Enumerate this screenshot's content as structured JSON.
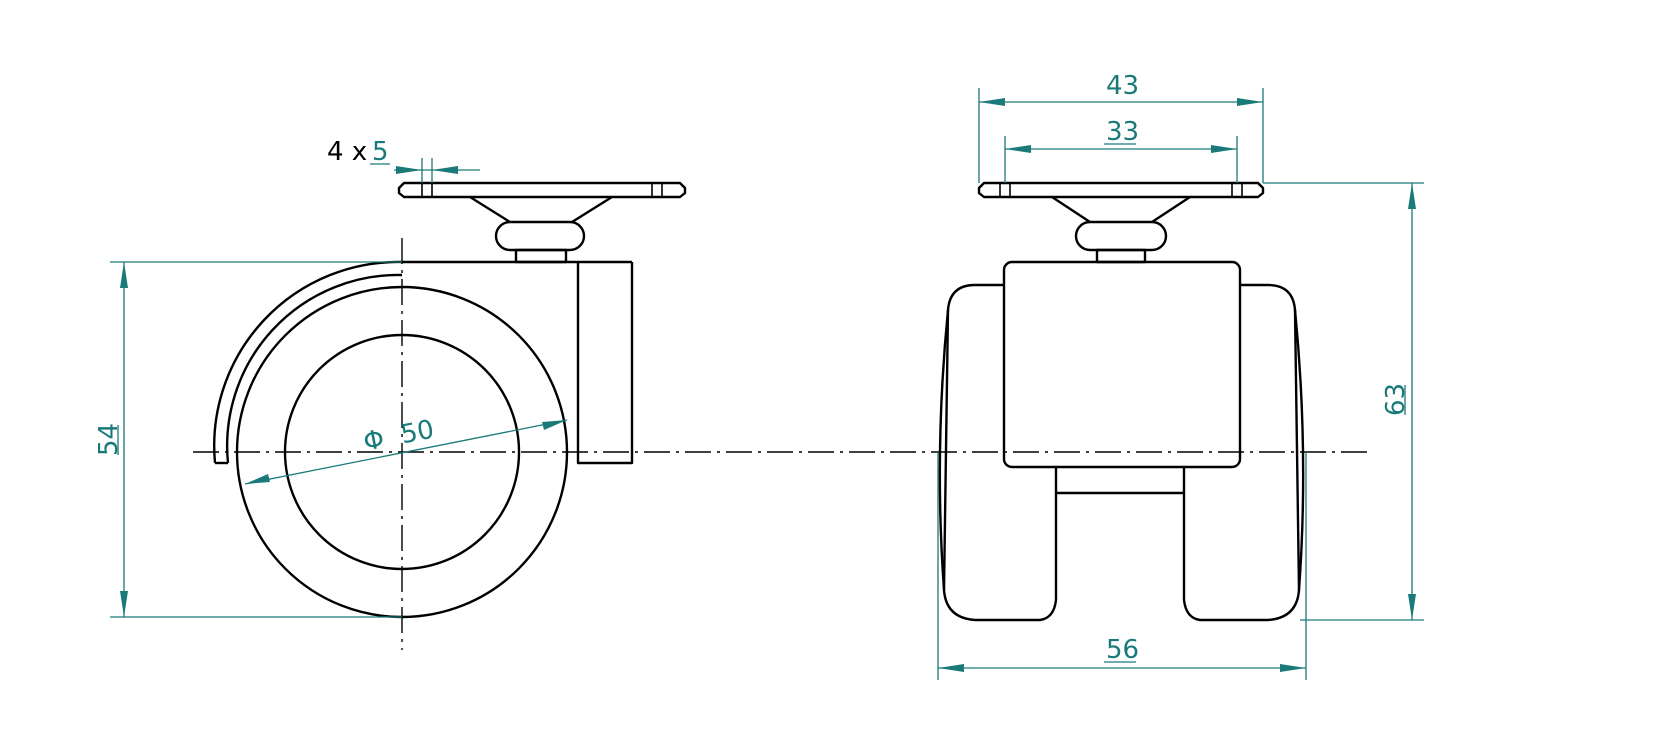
{
  "dimensions": {
    "hole_count": "4 x",
    "hole_size": "5",
    "wheel_diameter_symbol": "Φ",
    "wheel_diameter": "50",
    "height_side": "54",
    "plate_outer": "43",
    "plate_holes": "33",
    "overall_height": "63",
    "overall_width": "56"
  },
  "colors": {
    "outline": "#000000",
    "dimension": "#1a7a7a"
  }
}
